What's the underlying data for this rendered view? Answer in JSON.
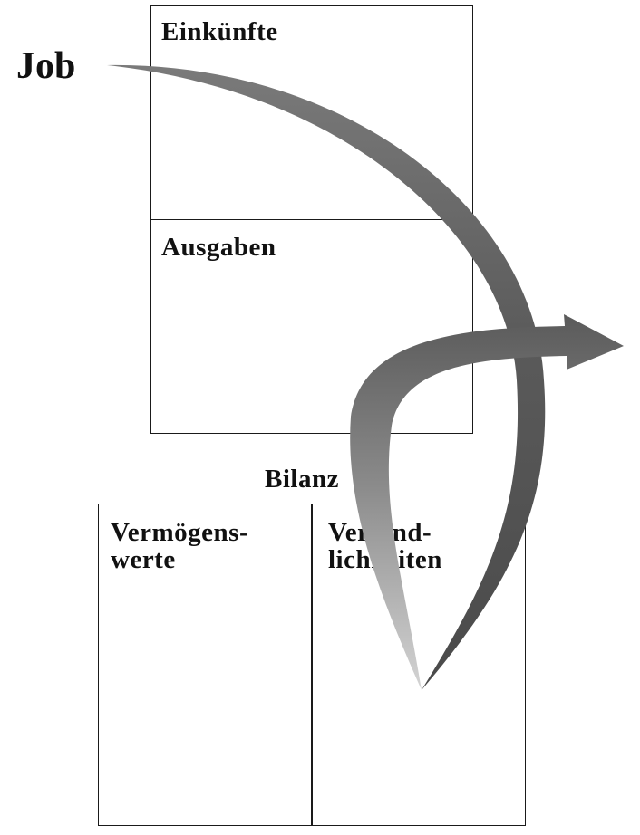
{
  "diagram": {
    "job_label": "Job",
    "income_statement": {
      "income_label": "Einkünfte",
      "expenses_label": "Ausgaben"
    },
    "balance_sheet": {
      "title": "Bilanz",
      "assets_label": "Vermögens-\nwerte",
      "liabilities_label": "Verbind-\nlichkeiten"
    },
    "colors": {
      "box_border": "#1a1a1a",
      "arrow_dark": "#555555",
      "arrow_light": "#c8c8c8",
      "text": "#111111"
    }
  }
}
